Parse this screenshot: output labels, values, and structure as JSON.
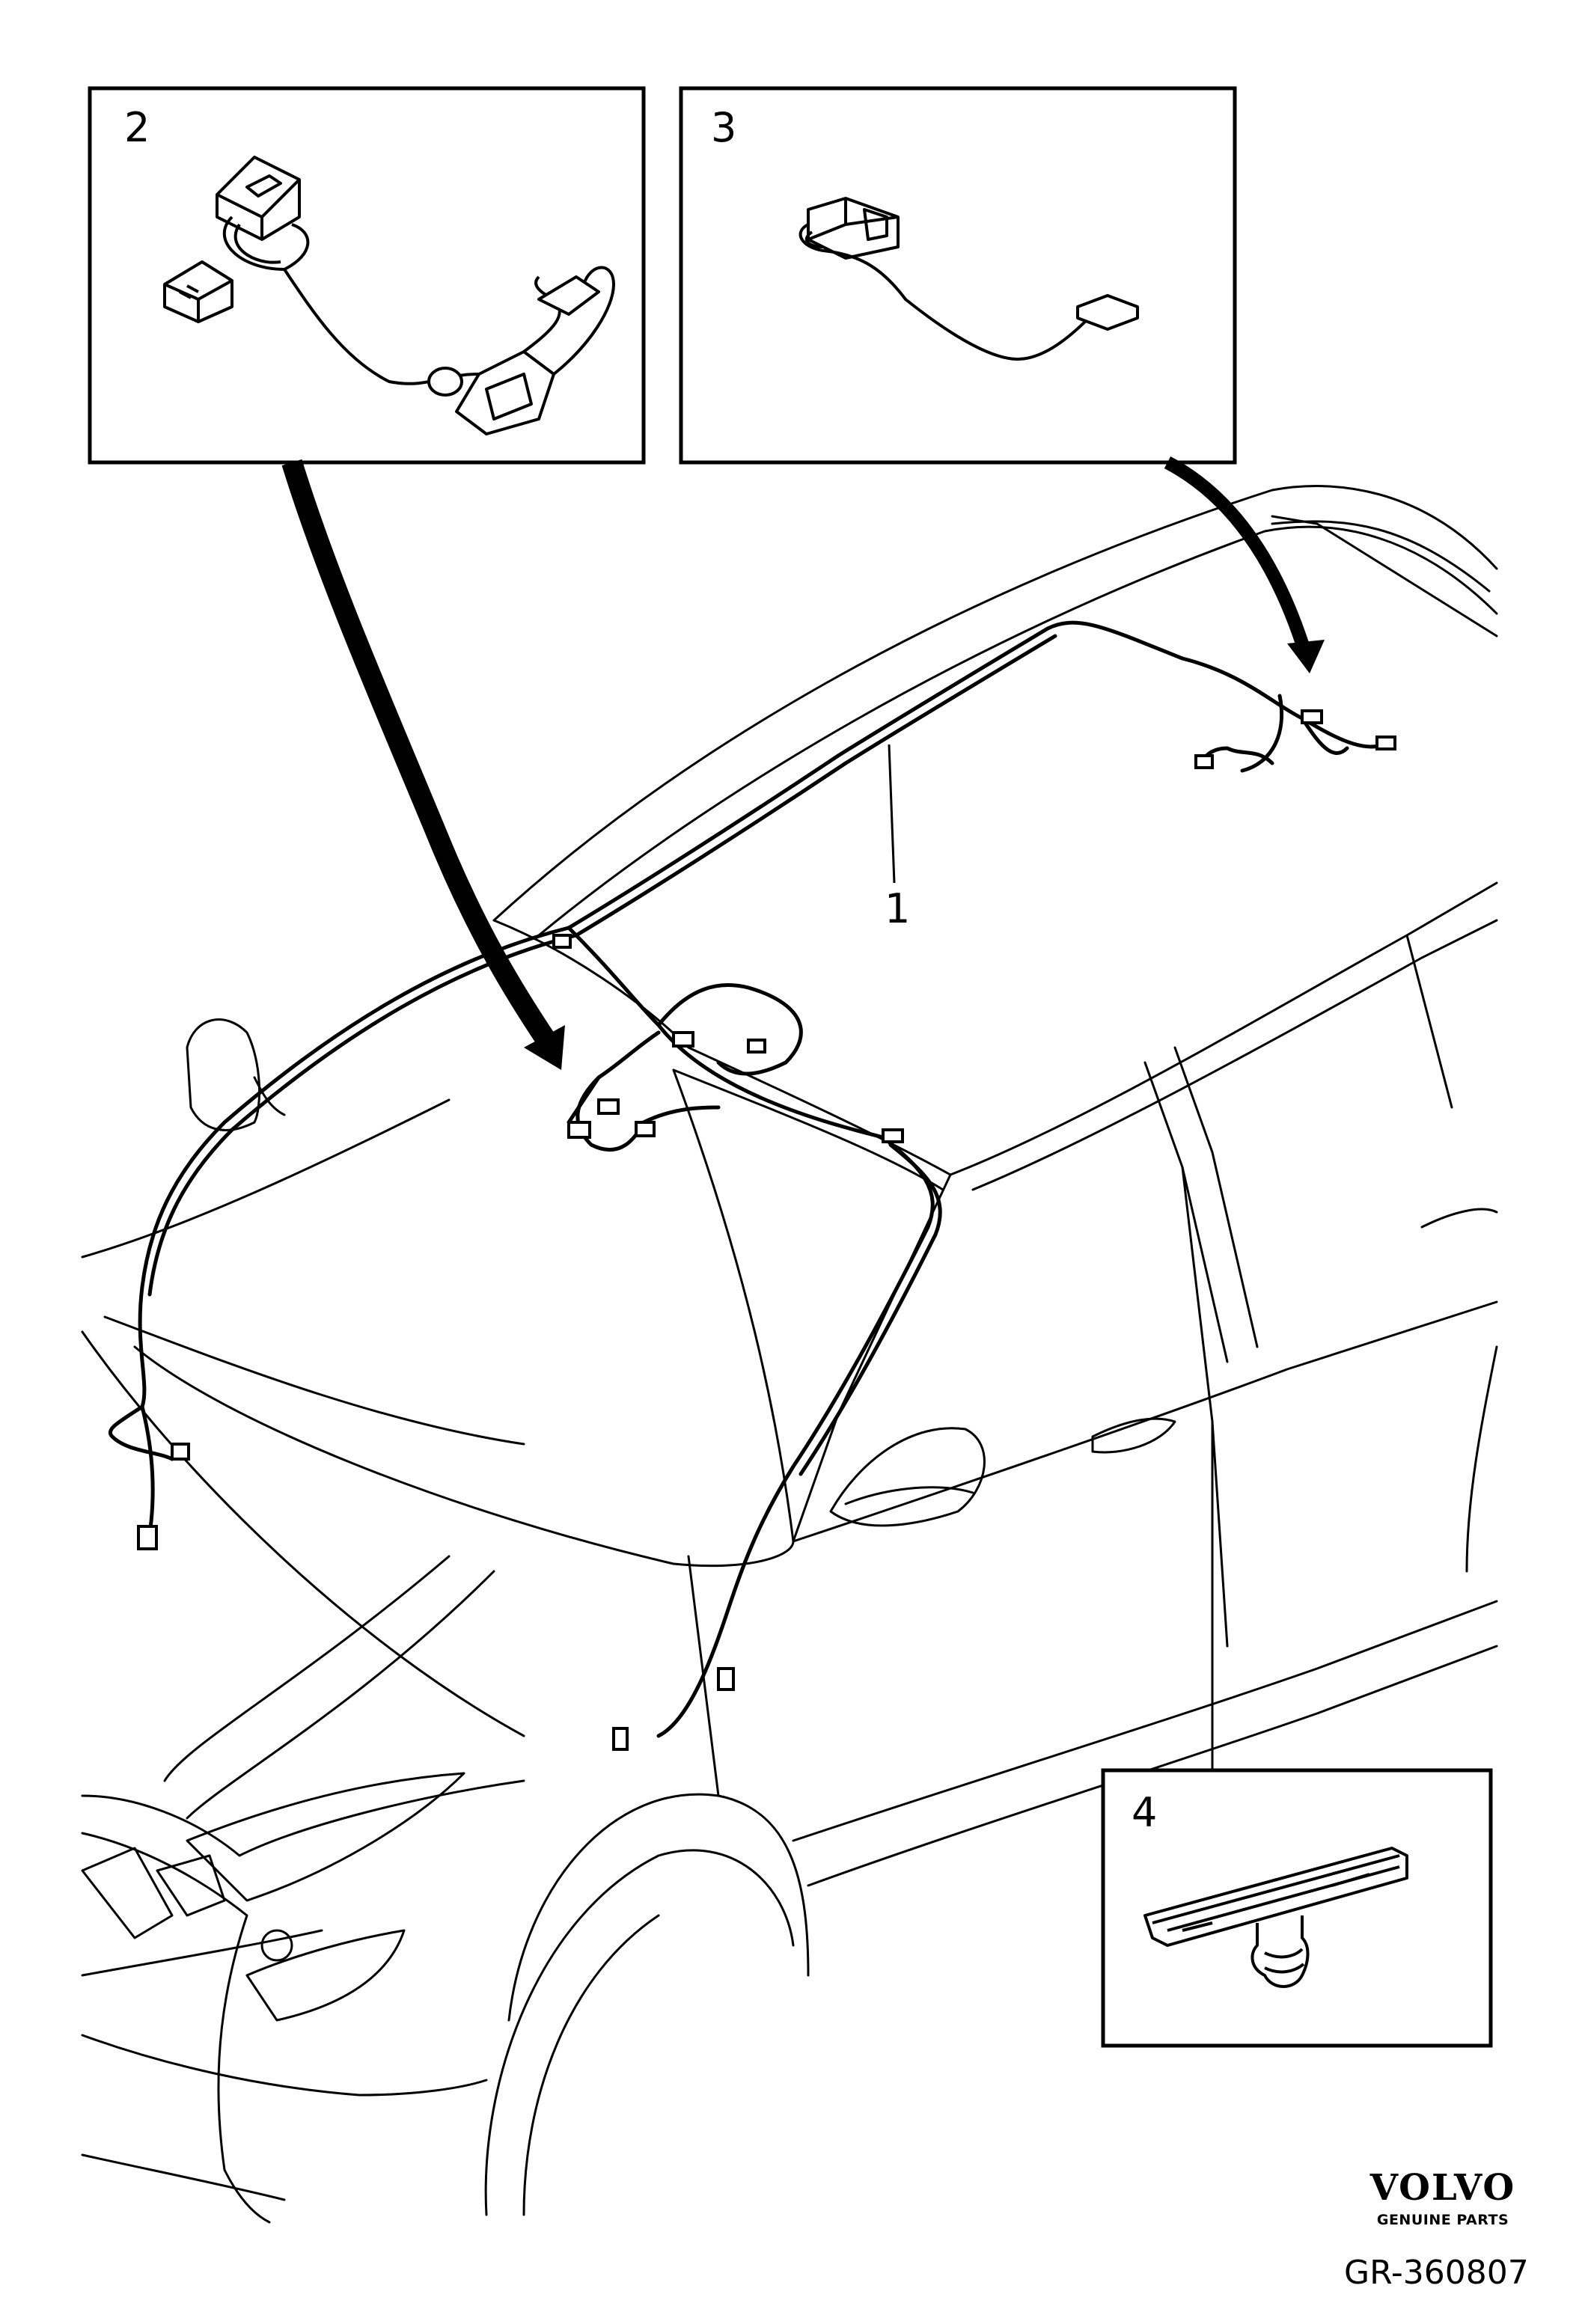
{
  "callouts": {
    "harness": "1",
    "inset_front_connector": "2",
    "inset_rear_connector": "3",
    "inset_clip": "4"
  },
  "branding": {
    "logo_text": "VOLVO",
    "logo_subtext": "GENUINE PARTS"
  },
  "reference": "GR-360807",
  "colors": {
    "line": "#000000",
    "background": "#ffffff"
  }
}
